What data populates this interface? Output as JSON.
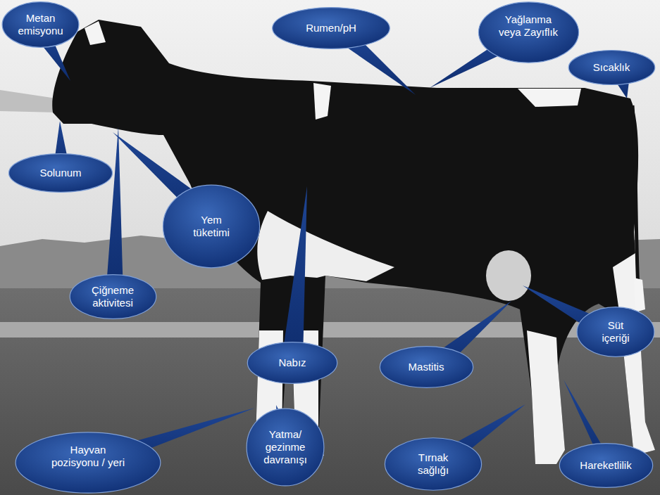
{
  "diagram": {
    "nodes": [
      {
        "text": [
          "Metan emisyonu"
        ]
      },
      {
        "text": [
          "Rumen/pH"
        ]
      },
      {
        "text": [
          "Yağlanma veya Zayıflık"
        ]
      },
      {
        "text": [
          "Sıcaklık"
        ]
      },
      {
        "text": [
          "Solunum"
        ]
      },
      {
        "text": [
          "Yem tüketimi"
        ]
      },
      {
        "text": [
          "Çiğneme aktivitesi"
        ]
      },
      {
        "text": [
          "Süt içeriği"
        ]
      },
      {
        "text": [
          "Mastitis"
        ]
      },
      {
        "text": [
          "Nabız"
        ]
      },
      {
        "text": [
          "Hayvan pozisyonu / yeri"
        ]
      },
      {
        "text": [
          "Yatma/ gezinme davranışı"
        ]
      },
      {
        "text": [
          "Tırnak sağlığı"
        ]
      },
      {
        "text": [
          "Hareketlilik"
        ]
      }
    ]
  }
}
